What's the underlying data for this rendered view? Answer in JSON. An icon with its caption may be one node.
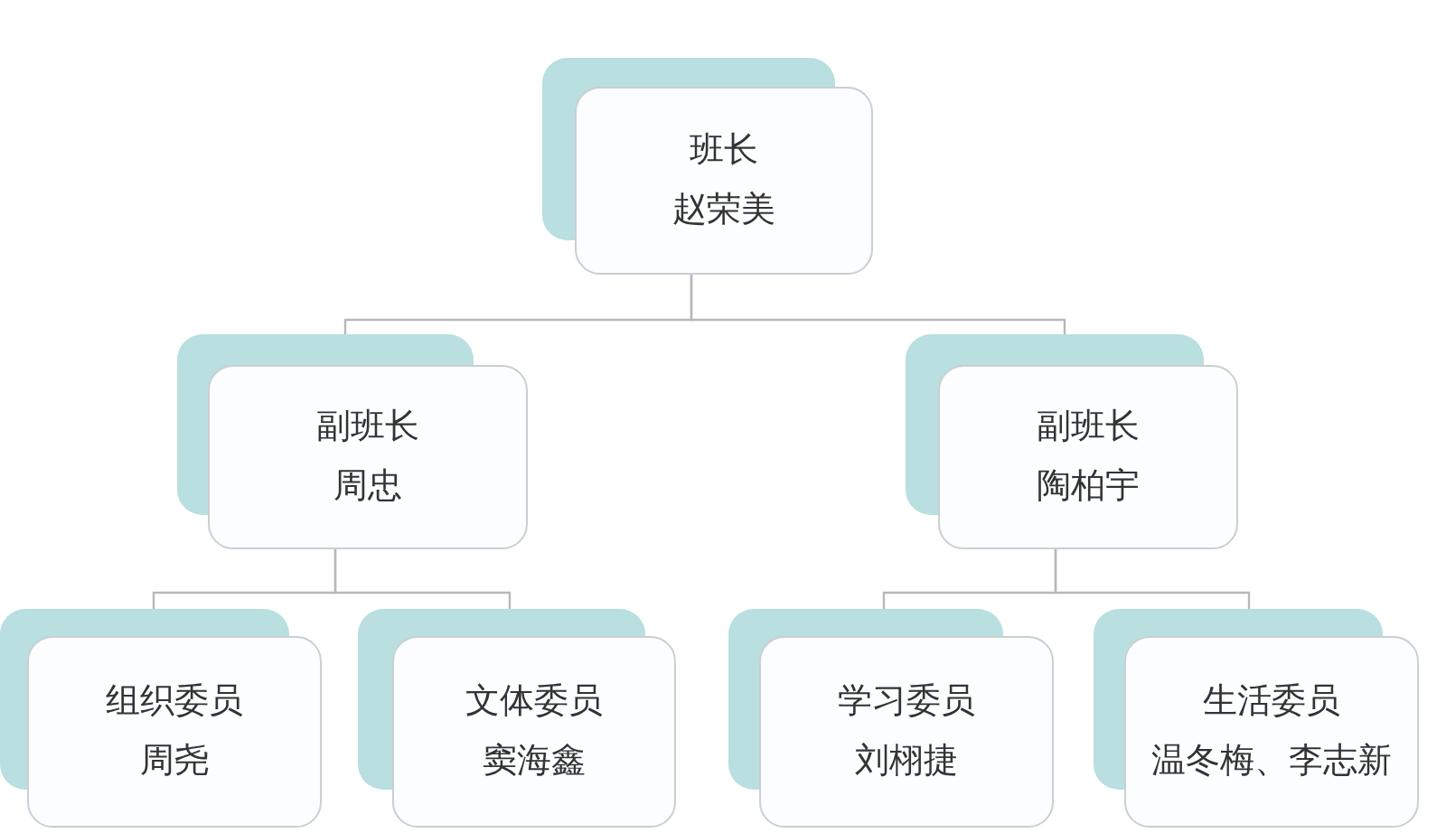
{
  "diagram": {
    "nodes": [
      {
        "text": [
          "班长",
          "赵荣美"
        ]
      },
      {
        "text": [
          "副班长",
          "周忠"
        ]
      },
      {
        "text": [
          "副班长",
          "陶柏宇"
        ]
      },
      {
        "text": [
          "组织委员",
          "周尧"
        ]
      },
      {
        "text": [
          "文体委员",
          "窦海鑫"
        ]
      },
      {
        "text": [
          "学习委员",
          "刘栩捷"
        ]
      },
      {
        "text": [
          "生活委员",
          "温冬梅、李志新"
        ]
      }
    ],
    "edges": [
      {
        "from": 0,
        "to": 1,
        "arrow": "none"
      },
      {
        "from": 0,
        "to": 2,
        "arrow": "none"
      },
      {
        "from": 1,
        "to": 3,
        "arrow": "none"
      },
      {
        "from": 1,
        "to": 4,
        "arrow": "none"
      },
      {
        "from": 2,
        "to": 5,
        "arrow": "none"
      },
      {
        "from": 2,
        "to": 6,
        "arrow": "none"
      }
    ]
  }
}
